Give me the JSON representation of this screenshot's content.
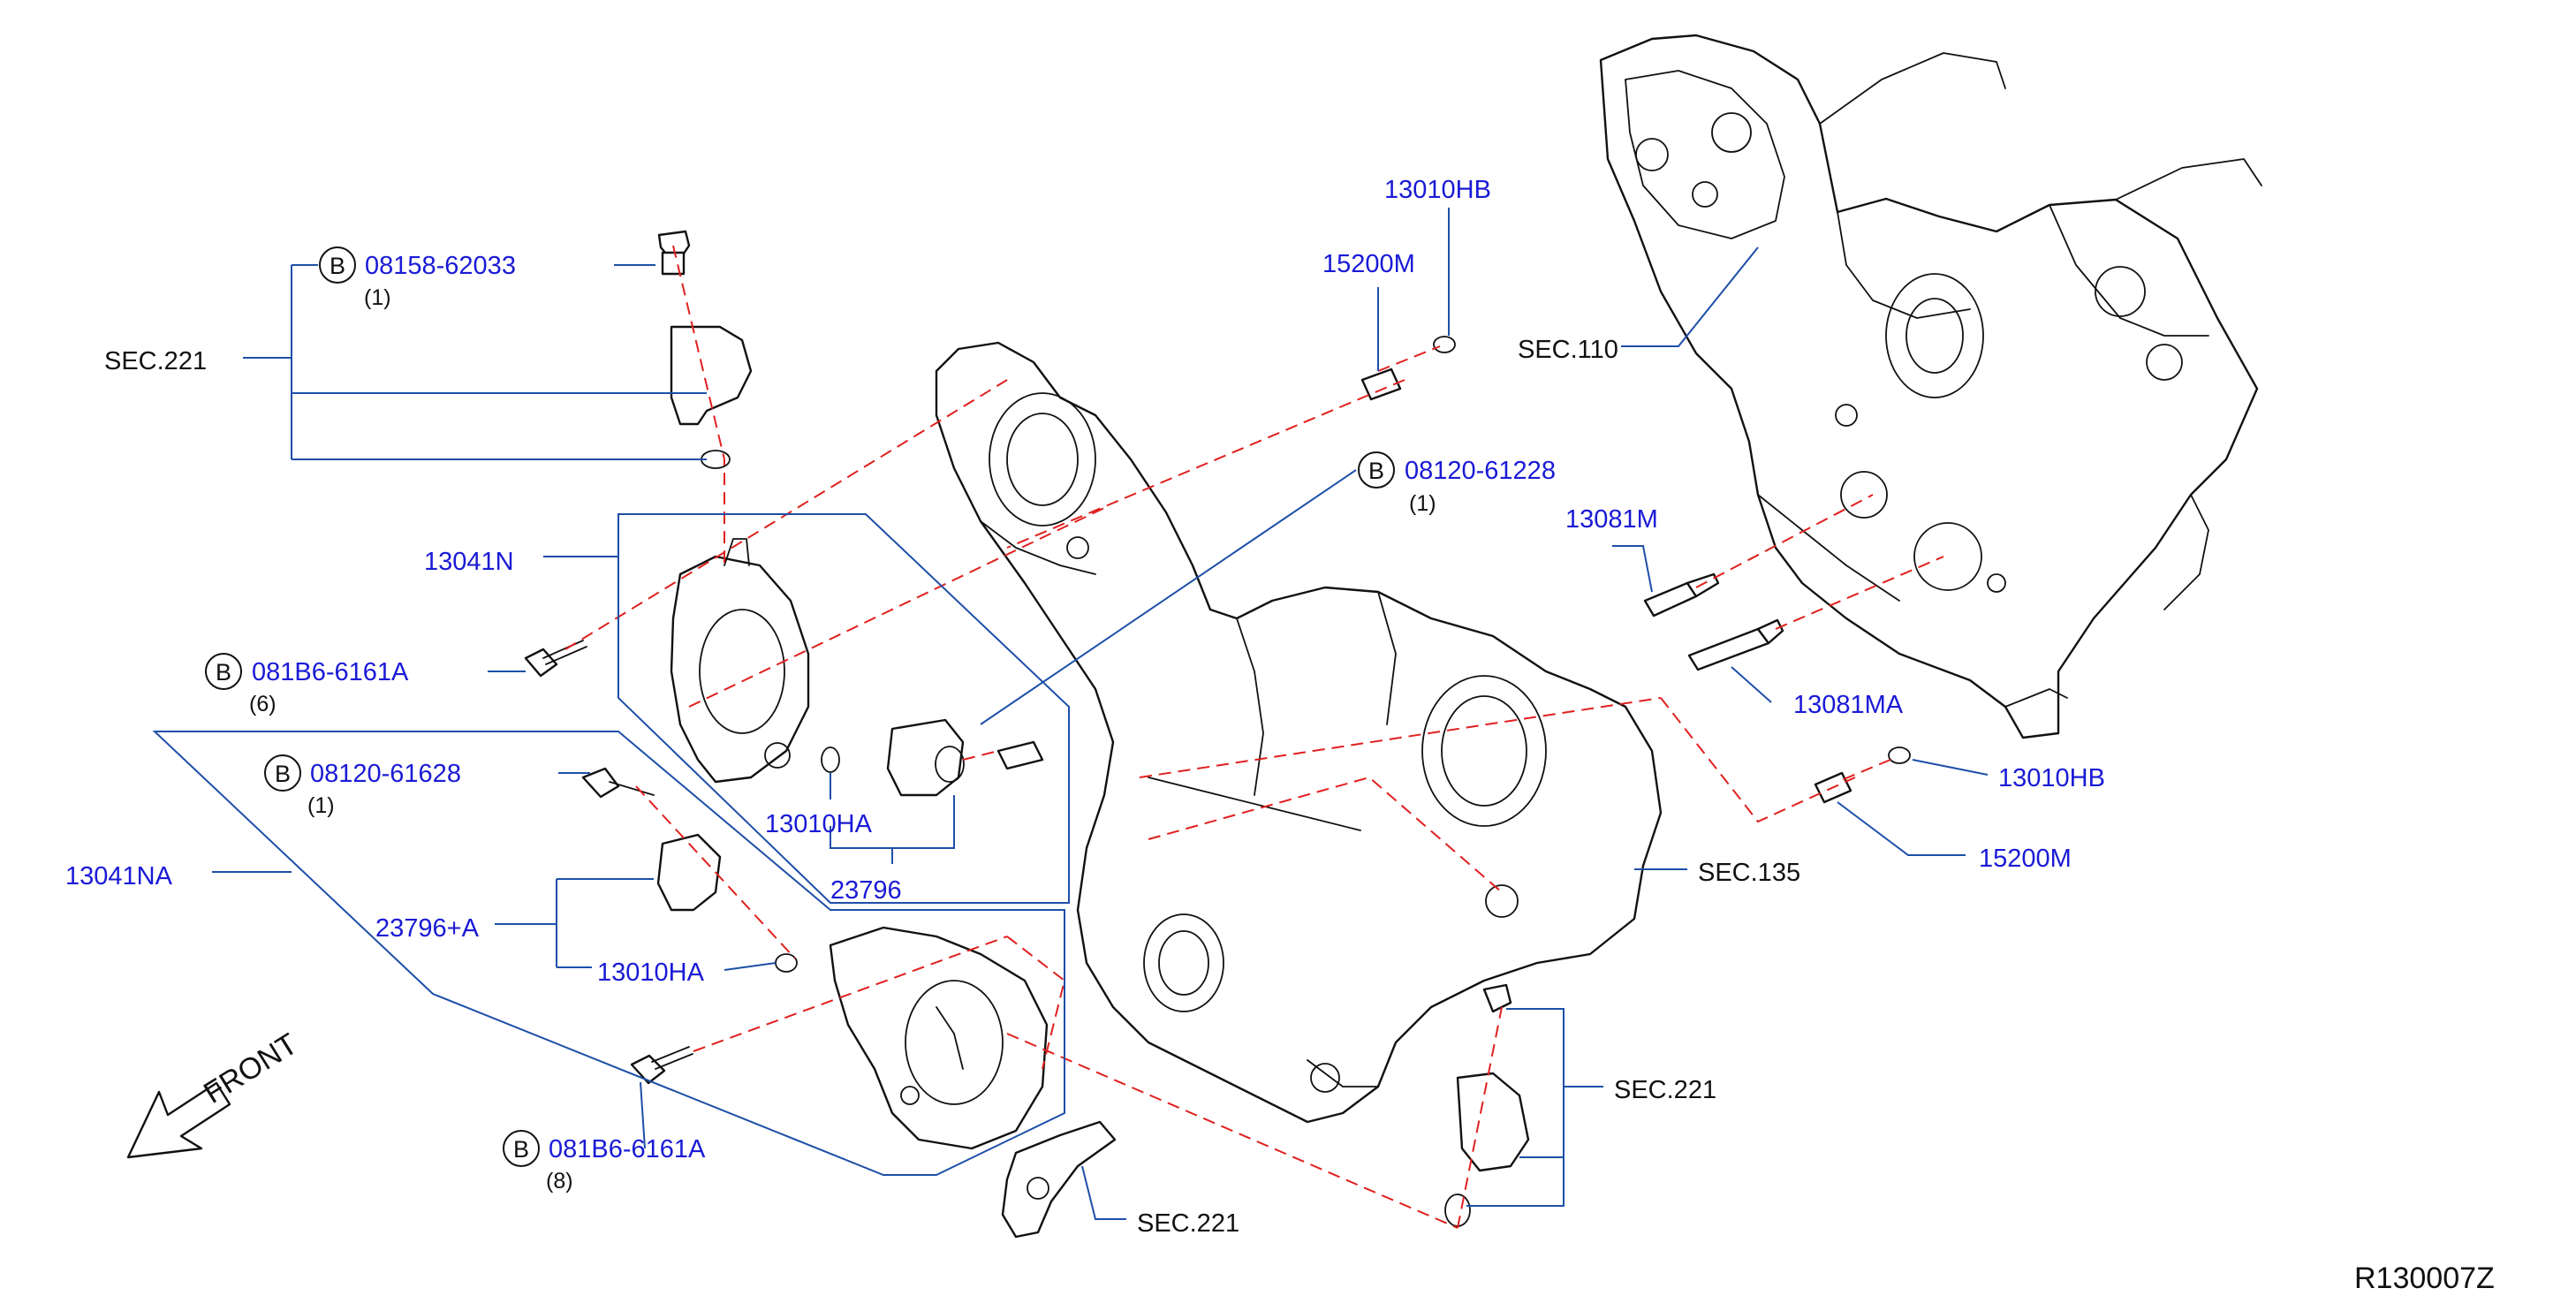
{
  "colors": {
    "part_number": "#1a1ad6",
    "leader": "#1d4fa8",
    "dashed_link": "#e0201e",
    "outline": "#111111",
    "background": "#ffffff"
  },
  "callouts": {
    "bolt_08158_62033": {
      "badge": "B",
      "part": "08158-62033",
      "qty": "(1)"
    },
    "bolt_08120_61228": {
      "badge": "B",
      "part": "08120-61228",
      "qty": "(1)"
    },
    "bolt_081B6_6161A_upper": {
      "badge": "B",
      "part": "081B6-6161A",
      "qty": "(6)"
    },
    "bolt_08120_61628": {
      "badge": "B",
      "part": "08120-61628",
      "qty": "(1)"
    },
    "bolt_081B6_6161A_lower": {
      "badge": "B",
      "part": "081B6-6161A",
      "qty": "(8)"
    }
  },
  "parts": {
    "p13010HB_top": "13010HB",
    "p15200M_top": "15200M",
    "p13041N": "13041N",
    "p13010HA_upper": "13010HA",
    "p23796": "23796",
    "p13041NA": "13041NA",
    "p23796A": "23796+A",
    "p13010HA_lower": "13010HA",
    "p13081M": "13081M",
    "p13081MA": "13081MA",
    "p13010HB_right": "13010HB",
    "p15200M_right": "15200M"
  },
  "sections": {
    "sec221_left": "SEC.221",
    "sec110": "SEC.110",
    "sec135": "SEC.135",
    "sec221_right": "SEC.221",
    "sec221_bottom": "SEC.221"
  },
  "front": "FRONT",
  "diagram_code": "R130007Z"
}
